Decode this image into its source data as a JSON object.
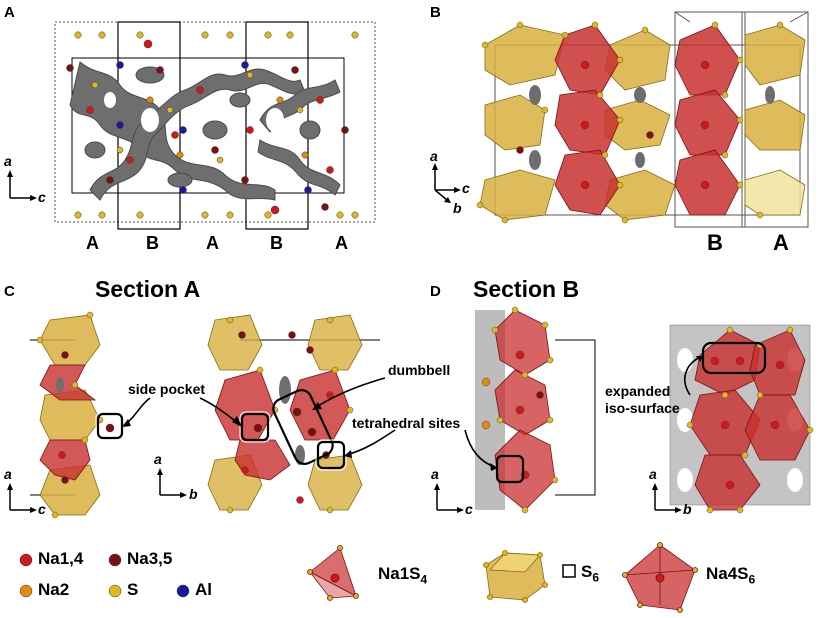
{
  "panels": {
    "a": "A",
    "b": "B",
    "c": "C",
    "d": "D"
  },
  "panel_a": {
    "strip_labels": [
      "A",
      "B",
      "A",
      "B",
      "A"
    ],
    "axes": {
      "vertical": "a",
      "horizontal": "c"
    }
  },
  "panel_b": {
    "strip_labels": [
      "B",
      "A"
    ],
    "axes": {
      "vertical": "a",
      "horizontal": "c",
      "depth": "b"
    }
  },
  "panel_c": {
    "title": "Section A",
    "annotations": {
      "side_pocket": "side pocket",
      "dumbbell": "dumbbell",
      "tetrahedral": "tetrahedral sites"
    },
    "axes_left": {
      "vertical": "a",
      "horizontal": "c"
    },
    "axes_right": {
      "vertical": "a",
      "horizontal": "b"
    }
  },
  "panel_d": {
    "title": "Section B",
    "annotations": {
      "expanded_1": "expanded",
      "expanded_2": "iso-surface"
    },
    "axes_left": {
      "vertical": "a",
      "horizontal": "c"
    },
    "axes_right": {
      "vertical": "a",
      "horizontal": "b"
    }
  },
  "legend": {
    "na14": "Na1,4",
    "na35": "Na3,5",
    "na2": "Na2",
    "s": "S",
    "al": "Al",
    "na1s4_base": "Na1S",
    "na1s4_sub": "4",
    "s6_base": "S",
    "s6_sub": "6",
    "na4s6_base": "Na4S",
    "na4s6_sub": "6"
  },
  "colors": {
    "na14": "#d01818",
    "na35": "#7a1010",
    "na2": "#e08a10",
    "s": "#e0b820",
    "al": "#1a1aa0",
    "red_poly": "#c83030",
    "yellow_poly": "#d8b040",
    "isosurface": "#6e6e6e"
  }
}
